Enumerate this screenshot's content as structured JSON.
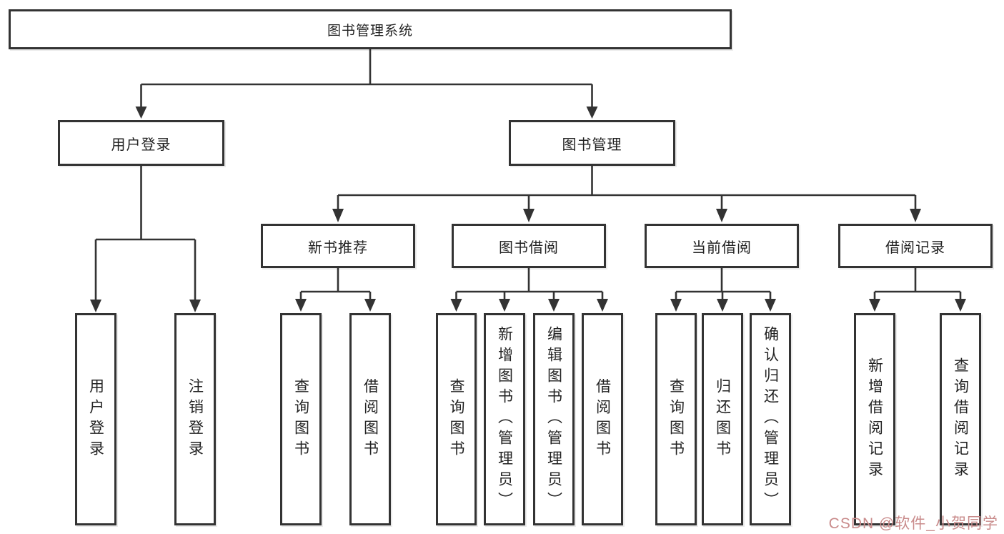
{
  "tree": {
    "root": "图书管理系统",
    "branches": [
      {
        "label": "用户登录",
        "leaves": [
          "用户登录",
          "注销登录"
        ]
      },
      {
        "label": "图书管理",
        "groups": [
          {
            "label": "新书推荐",
            "leaves": [
              "查询图书",
              "借阅图书"
            ]
          },
          {
            "label": "图书借阅",
            "leaves": [
              "查询图书",
              "新增图书（管理员）",
              "编辑图书（管理员）",
              "借阅图书"
            ]
          },
          {
            "label": "当前借阅",
            "leaves": [
              "查询图书",
              "归还图书",
              "确认归还（管理员）"
            ]
          },
          {
            "label": "借阅记录",
            "leaves": [
              "新增借阅记录",
              "查询借阅记录"
            ]
          }
        ]
      }
    ]
  },
  "watermark": "CSDN @软件_小贺同学",
  "colors": {
    "line": "#333333",
    "text": "#222222",
    "background": "#ffffff",
    "watermark": "#c98b8b"
  }
}
